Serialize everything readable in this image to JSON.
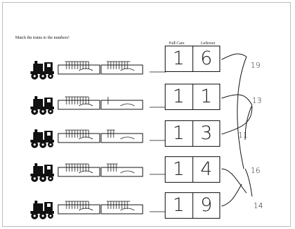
{
  "worksheet": {
    "instruction": "Match the trains to the numbers!",
    "column_full_cars": "Full Cars",
    "column_leftover": "Leftover"
  },
  "rows": [
    {
      "full_cars": "1",
      "leftover": "6"
    },
    {
      "full_cars": "1",
      "leftover": "1"
    },
    {
      "full_cars": "1",
      "leftover": "3"
    },
    {
      "full_cars": "1",
      "leftover": "4"
    },
    {
      "full_cars": "1",
      "leftover": "9"
    }
  ],
  "answers": [
    "19",
    "13",
    "11",
    "16",
    "14"
  ]
}
